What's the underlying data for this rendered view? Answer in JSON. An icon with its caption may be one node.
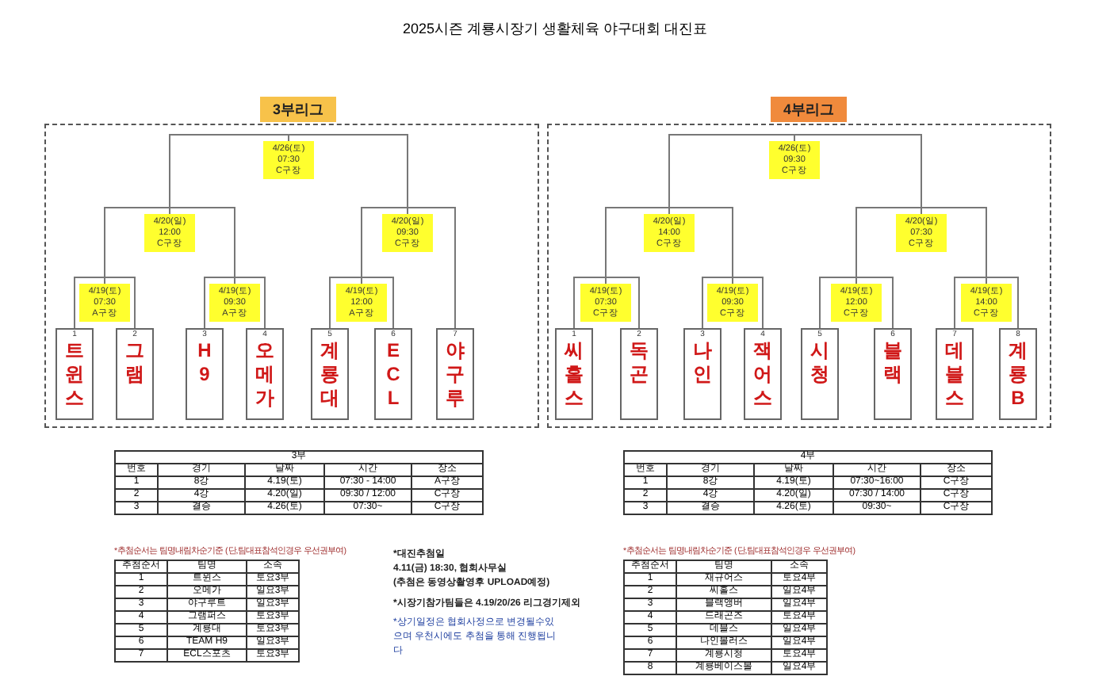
{
  "diagram": {
    "nodes": [
      {
        "text": [
          "3부리그"
        ]
      },
      {
        "text": [
          "4/26(토)",
          "07:30",
          "C구장"
        ],
        "in": 0
      },
      {
        "text": [
          "4/20(일)",
          "12:00",
          "C구장"
        ],
        "in": 0
      },
      {
        "text": [
          "4/20(일)",
          "09:30",
          "C구장"
        ],
        "in": 0
      },
      {
        "text": [
          "4/19(토)",
          "07:30",
          "A구장"
        ],
        "in": 0
      },
      {
        "text": [
          "4/19(토)",
          "09:30",
          "A구장"
        ],
        "in": 0
      },
      {
        "text": [
          "4/19(토)",
          "12:00",
          "A구장"
        ],
        "in": 0
      },
      {
        "text": [
          "1",
          "트윈스"
        ],
        "in": 0
      },
      {
        "text": [
          "2",
          "그램"
        ],
        "in": 0
      },
      {
        "text": [
          "3",
          "H9"
        ],
        "in": 0
      },
      {
        "text": [
          "4",
          "오메가"
        ],
        "in": 0
      },
      {
        "text": [
          "5",
          "계룡대"
        ],
        "in": 0
      },
      {
        "text": [
          "6",
          "ECL"
        ],
        "in": 0
      },
      {
        "text": [
          "7",
          "야구루"
        ],
        "in": 0
      },
      {
        "text": [
          "4부리그"
        ]
      },
      {
        "text": [
          "4/26(토)",
          "09:30",
          "C구장"
        ],
        "in": 14
      },
      {
        "text": [
          "4/20(일)",
          "14:00",
          "C구장"
        ],
        "in": 14
      },
      {
        "text": [
          "4/20(일)",
          "07:30",
          "C구장"
        ],
        "in": 14
      },
      {
        "text": [
          "4/19(토)",
          "07:30",
          "C구장"
        ],
        "in": 14
      },
      {
        "text": [
          "4/19(토)",
          "09:30",
          "C구장"
        ],
        "in": 14
      },
      {
        "text": [
          "4/19(토)",
          "12:00",
          "C구장"
        ],
        "in": 14
      },
      {
        "text": [
          "4/19(토)",
          "14:00",
          "C구장"
        ],
        "in": 14
      },
      {
        "text": [
          "1",
          "씨홀스"
        ],
        "in": 14
      },
      {
        "text": [
          "2",
          "독곤"
        ],
        "in": 14
      },
      {
        "text": [
          "3",
          "나인"
        ],
        "in": 14
      },
      {
        "text": [
          "4",
          "잭어스"
        ],
        "in": 14
      },
      {
        "text": [
          "5",
          "시청"
        ],
        "in": 14
      },
      {
        "text": [
          "6",
          "블랙"
        ],
        "in": 14
      },
      {
        "text": [
          "7",
          "데블스"
        ],
        "in": 14
      },
      {
        "text": [
          "8",
          "계룡B"
        ],
        "in": 14
      }
    ],
    "edges": [
      {
        "from": 7,
        "to": 4,
        "arrow": "none"
      },
      {
        "from": 8,
        "to": 4,
        "arrow": "none"
      },
      {
        "from": 9,
        "to": 5,
        "arrow": "none"
      },
      {
        "from": 10,
        "to": 5,
        "arrow": "none"
      },
      {
        "from": 11,
        "to": 6,
        "arrow": "none"
      },
      {
        "from": 12,
        "to": 6,
        "arrow": "none"
      },
      {
        "from": 4,
        "to": 2,
        "arrow": "none"
      },
      {
        "from": 5,
        "to": 2,
        "arrow": "none"
      },
      {
        "from": 6,
        "to": 3,
        "arrow": "none"
      },
      {
        "from": 13,
        "to": 3,
        "arrow": "none"
      },
      {
        "from": 2,
        "to": 1,
        "arrow": "none"
      },
      {
        "from": 3,
        "to": 1,
        "arrow": "none"
      },
      {
        "from": 22,
        "to": 18,
        "arrow": "none"
      },
      {
        "from": 23,
        "to": 18,
        "arrow": "none"
      },
      {
        "from": 24,
        "to": 19,
        "arrow": "none"
      },
      {
        "from": 25,
        "to": 19,
        "arrow": "none"
      },
      {
        "from": 26,
        "to": 20,
        "arrow": "none"
      },
      {
        "from": 27,
        "to": 20,
        "arrow": "none"
      },
      {
        "from": 28,
        "to": 21,
        "arrow": "none"
      },
      {
        "from": 29,
        "to": 21,
        "arrow": "none"
      },
      {
        "from": 18,
        "to": 16,
        "arrow": "none"
      },
      {
        "from": 19,
        "to": 16,
        "arrow": "none"
      },
      {
        "from": 20,
        "to": 17,
        "arrow": "none"
      },
      {
        "from": 21,
        "to": 17,
        "arrow": "none"
      },
      {
        "from": 16,
        "to": 15,
        "arrow": "none"
      },
      {
        "from": 17,
        "to": 15,
        "arrow": "none"
      }
    ],
    "title": "2025시즌 계룡시장기 생활체육 야구대회 대진표",
    "labels": [
      "3부",
      "번호",
      "경기",
      "날짜",
      "시간",
      "장소",
      "1",
      "8강",
      "4.19(토)",
      "07:30 - 14:00",
      "A구장",
      "2",
      "4강",
      "4.20(일)",
      "09:30 / 12:00",
      "C구장",
      "3",
      "결승",
      "4.26(토)",
      "07:30~",
      "C구장",
      "4부",
      "번호",
      "경기",
      "날짜",
      "시간",
      "장소",
      "1",
      "8강",
      "4.19(토)",
      "07:30~16:00",
      "C구장",
      "2",
      "4강",
      "4.20(일)",
      "07:30 / 14:00",
      "C구장",
      "3",
      "결승",
      "4.26(토)",
      "09:30~",
      "C구장",
      "*추첨순서는 팀명내림차순기준 (단,팀대표참석인경우 우선권부여)",
      "추첨순서",
      "팀명",
      "소속",
      "1",
      "트윈스",
      "토요3부",
      "2",
      "오메가",
      "일요3부",
      "3",
      "야구루트",
      "일요3부",
      "4",
      "그램퍼스",
      "토요3부",
      "5",
      "계룡대",
      "토요3부",
      "6",
      "TEAM H9",
      "일요3부",
      "7",
      "ECL스포츠",
      "토요3부",
      "*대진추첨일",
      "4.11(금) 18:30, 협회사무실",
      "(추첨은 동영상촬영후 UPLOAD예정)",
      "*시장기참가팀들은 4.19/20/26 리그경기제외",
      "*상기일정은 협회사정으로 변경될수있으며 우천시에도 추첨을 통해 진행됩니다",
      "*추첨순서는 팀명내림차순기준 (단,팀대표참석인경우 우선권부여)",
      "추첨순서",
      "팀명",
      "소속",
      "1",
      "재규어스",
      "토요4부",
      "2",
      "씨홀스",
      "일요4부",
      "3",
      "블랙앵버",
      "일요4부",
      "4",
      "드래곤즈",
      "토요4부",
      "5",
      "데블스",
      "일요4부",
      "6",
      "나인볼러스",
      "일요4부",
      "7",
      "계룡시청",
      "토요4부",
      "8",
      "계룡베이스볼",
      "일요4부"
    ]
  }
}
